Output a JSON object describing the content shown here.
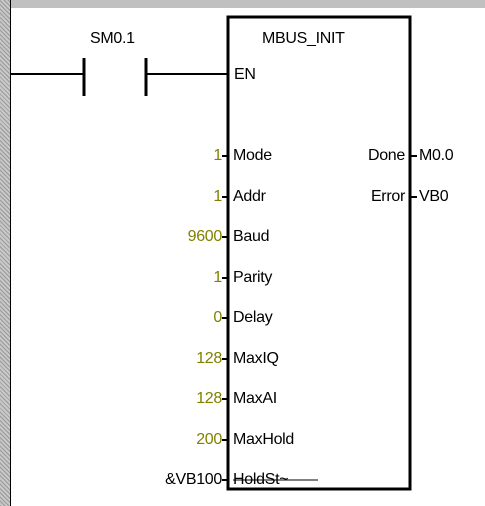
{
  "contact": {
    "label": "SM0.1"
  },
  "block": {
    "title": "MBUS_INIT",
    "enable_pin": "EN",
    "inputs": [
      {
        "pin": "Mode",
        "value": "1"
      },
      {
        "pin": "Addr",
        "value": "1"
      },
      {
        "pin": "Baud",
        "value": "9600"
      },
      {
        "pin": "Parity",
        "value": "1"
      },
      {
        "pin": "Delay",
        "value": "0"
      },
      {
        "pin": "MaxIQ",
        "value": "128"
      },
      {
        "pin": "MaxAI",
        "value": "128"
      },
      {
        "pin": "MaxHold",
        "value": "200"
      },
      {
        "pin": "HoldSt~",
        "value": "&VB100"
      }
    ],
    "outputs": [
      {
        "pin": "Done",
        "value": "M0.0"
      },
      {
        "pin": "Error",
        "value": "VB0"
      }
    ]
  },
  "colors": {
    "parameter_value": "#808000",
    "wire": "#000000",
    "rail_bg": "#c8c8c8"
  }
}
